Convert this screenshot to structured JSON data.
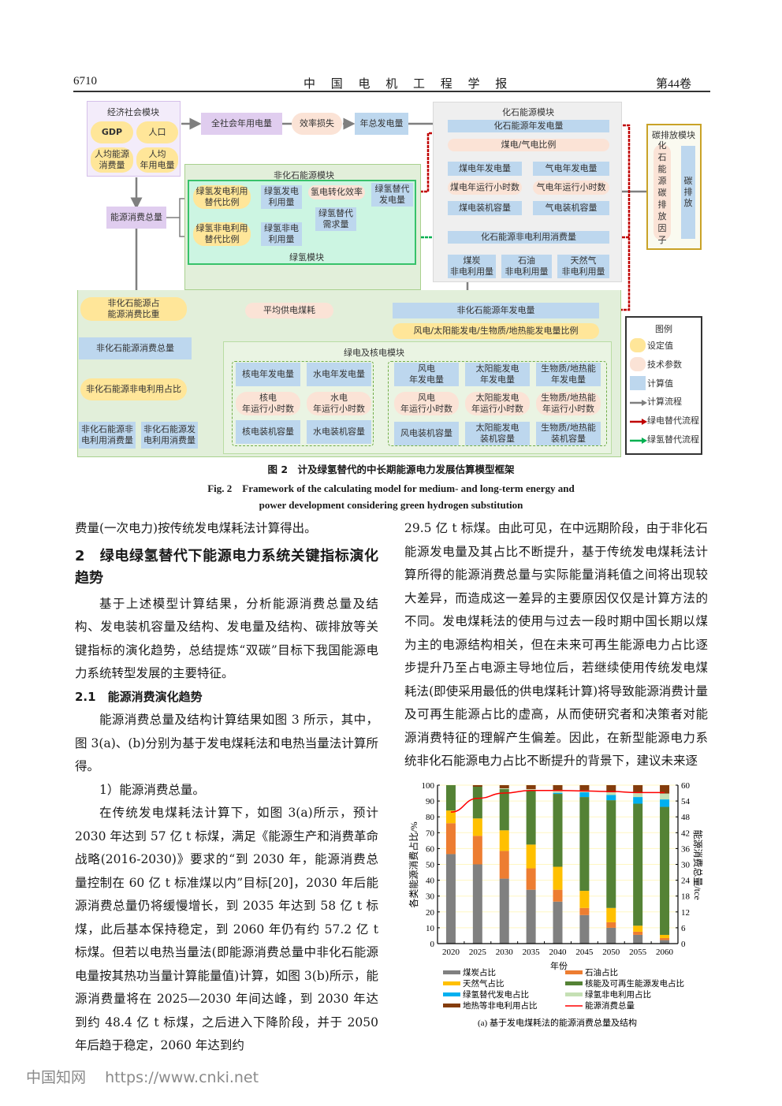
{
  "header": {
    "page_number": "6710",
    "journal": "中 国 电 机 工 程 学 报",
    "volume": "第44卷"
  },
  "diagram": {
    "econ_module": {
      "title": "经济社会模块",
      "gdp": "GDP",
      "population": "人口",
      "per_capita_energy": "人均能源\n消费量",
      "per_capita_elec": "人均\n年用电量"
    },
    "total_elec": "全社会年用电量",
    "efficiency_loss": "效率损失",
    "annual_gen": "年总发电量",
    "energy_total": "能源消费总量",
    "nonfossil_module": {
      "title": "非化石能源模块"
    },
    "hydrogen_module": {
      "title": "绿氢模块",
      "gen_ratio": "绿氢发电利用\n替代比例",
      "gen_amount": "绿氢发电\n利用量",
      "conv_eff": "氢电转化效率",
      "sub_gen": "绿氢替代\n发电量",
      "demand": "绿氢替代\n需求量",
      "nonelec_ratio": "绿氢非电利用\n替代比例",
      "nonelec_amount": "绿氢非电\n利用量"
    },
    "fossil_module": {
      "title": "化石能源模块",
      "fossil_gen": "化石能源年发电量",
      "coal_gas_ratio": "煤电/气电比例",
      "coal_gen": "煤电年发电量",
      "gas_gen": "气电年发电量",
      "coal_hours": "煤电年运行小时数",
      "gas_hours": "气电年运行小时数",
      "coal_cap": "煤电装机容量",
      "gas_cap": "气电装机容量",
      "fossil_nonelec": "化石能源非电利用消费量",
      "coal_nonelec": "煤炭\n非电利用量",
      "oil_nonelec": "石油\n非电利用量",
      "gas_nonelec": "天然气\n非电利用量"
    },
    "carbon_module": {
      "title": "碳排放模块",
      "factor": "化\n石\n能\n源\n碳\n排\n放\n因\n子",
      "emission": "碳\n排\n放"
    },
    "nonfossil_share": "非化石能源占\n能源消费比重",
    "nonfossil_total": "非化石能源消费总量",
    "nonfossil_nonelec_ratio": "非化石能源非电利用占比",
    "nonfossil_nonelec_use": "非化石能源非\n电利用消费量",
    "nonfossil_elec_use": "非化石能源发\n电利用消费量",
    "avg_coal": "平均供电煤耗",
    "nonfossil_gen": "非化石能源年发电量",
    "renew_ratio": "风电/太阳能发电/生物质/地热能发电量比例",
    "green_nuclear_module": {
      "title": "绿电及核电模块",
      "nuclear_gen": "核电年发电量",
      "hydro_gen": "水电年发电量",
      "nuclear_hours": "核电\n年运行小时数",
      "hydro_hours": "水电\n年运行小时数",
      "nuclear_cap": "核电装机容量",
      "hydro_cap": "水电装机容量",
      "wind_gen": "风电\n年发电量",
      "solar_gen": "太阳能发电\n年发电量",
      "bio_gen": "生物质/地热能\n年发电量",
      "wind_hours": "风电\n年运行小时数",
      "solar_hours": "太阳能发电\n年运行小时数",
      "bio_hours": "生物质/地热能\n年运行小时数",
      "wind_cap": "风电装机容量",
      "solar_cap": "太阳能发电\n装机容量",
      "bio_cap": "生物质/地热能\n装机容量"
    },
    "legend": {
      "title": "图例",
      "items": [
        {
          "label": "设定值",
          "kind": "set"
        },
        {
          "label": "技术参数",
          "kind": "tech"
        },
        {
          "label": "计算值",
          "kind": "calc"
        },
        {
          "label": "计算流程",
          "kind": "arrow",
          "color": "#7f7f7f"
        },
        {
          "label": "绿电替代流程",
          "kind": "arrow",
          "color": "#c00000"
        },
        {
          "label": "绿氢替代流程",
          "kind": "arrow",
          "color": "#00b050"
        }
      ]
    }
  },
  "fig2_caption": {
    "zh": "图 2　计及绿氢替代的中长期能源电力发展估算模型框架",
    "en1": "Fig. 2　Framework of the calculating model for medium- and long-term energy and",
    "en2": "power development considering green hydrogen substitution"
  },
  "left_col": {
    "p0": "费量(一次电力)按传统发电煤耗法计算得出。",
    "h2": "2　绿电绿氢替代下能源电力系统关键指标演化趋势",
    "p1": "基于上述模型计算结果，分析能源消费总量及结构、发电装机容量及结构、发电量及结构、碳排放等关键指标的演化趋势，总结提炼“双碳”目标下我国能源电力系统转型发展的主要特征。",
    "h3": "2.1　能源消费演化趋势",
    "p2": "能源消费总量及结构计算结果如图 3 所示，其中，图 3(a)、(b)分别为基于发电煤耗法和电热当量法计算所得。",
    "p3": "1）能源消费总量。",
    "p4": "在传统发电煤耗法计算下，如图 3(a)所示，预计 2030 年达到 57 亿 t 标煤，满足《能源生产和消费革命战略(2016-2030)》要求的“到 2030 年，能源消费总量控制在 60 亿 t 标准煤以内”目标[20]，2030 年后能源消费总量仍将缓慢增长，到 2035 年达到 58 亿 t 标煤，此后基本保持稳定，到 2060 年仍有约 57.2 亿 t 标煤。但若以电热当量法(即能源消费总量中非化石能源电量按其热功当量计算能量值)计算，如图 3(b)所示，能源消费量将在 2025—2030 年间达峰，到 2030 年达到约 48.4 亿 t 标煤，之后进入下降阶段，并于 2050 年后趋于稳定，2060 年达到约"
  },
  "right_col": {
    "p1": "29.5 亿 t 标煤。由此可见，在中远期阶段，由于非化石能源发电量及其占比不断提升，基于传统发电煤耗法计算所得的能源消费总量与实际能量消耗值之间将出现较大差异，而造成这一差异的主要原因仅仅是计算方法的不同。发电煤耗法的使用与过去一段时期中国长期以煤为主的电源结构相关，但在未来可再生能源电力占比逐步提升乃至占电源主导地位后，若继续使用传统发电煤耗法(即使采用最低的供电煤耗计算)将导致能源消费计量及可再生能源占比的虚高，从而使研究者和决策者对能源消费特征的理解产生偏差。因此，在新型能源电力系统非化石能源电力占比不断提升的背景下，建议未来逐"
  },
  "chart_data": {
    "type": "bar",
    "stacked": true,
    "title": "",
    "caption": "(a) 基于发电煤耗法的能源消费总量及结构",
    "xlabel": "年份",
    "ylabel": "各类能源消费占比/%",
    "y2label": "能源消费总量/tce",
    "ylim": [
      0,
      100
    ],
    "y2lim": [
      0,
      60
    ],
    "yticks": [
      0,
      10,
      20,
      30,
      40,
      50,
      60,
      70,
      80,
      90,
      100
    ],
    "y2ticks": [
      0,
      6,
      12,
      18,
      24,
      30,
      36,
      42,
      48,
      54,
      60
    ],
    "grid": true,
    "categories": [
      "2020",
      "2025",
      "2030",
      "2035",
      "2040",
      "2045",
      "2050",
      "2055",
      "2060"
    ],
    "series": [
      {
        "name": "煤炭占比",
        "color": "#808080",
        "values": [
          56.5,
          50,
          41,
          34,
          26.5,
          18,
          10,
          5.5,
          2.2
        ]
      },
      {
        "name": "石油占比",
        "color": "#ed7d31",
        "values": [
          19.5,
          18,
          17.5,
          13.5,
          7.5,
          4.5,
          3.5,
          2,
          1.3
        ]
      },
      {
        "name": "天然气占比",
        "color": "#ffc000",
        "values": [
          8,
          11,
          13,
          15,
          14.5,
          10.8,
          9,
          3.8,
          2
        ]
      },
      {
        "name": "核能及可再生能源发电占比",
        "color": "#548235",
        "values": [
          16,
          20,
          26,
          34,
          46,
          59.2,
          68,
          77,
          80.8
        ]
      },
      {
        "name": "绿氢替代发电占比",
        "color": "#00b0f0",
        "values": [
          0,
          0,
          0,
          0,
          0.7,
          3,
          3.3,
          4.2,
          4.7
        ]
      },
      {
        "name": "绿氢非电利用占比",
        "color": "#c5e0b4",
        "values": [
          0,
          0,
          0.5,
          1,
          1.8,
          1.2,
          1.7,
          2.5,
          3.7
        ]
      },
      {
        "name": "地热等非电利用占比",
        "color": "#843c0c",
        "values": [
          0,
          1,
          2,
          2.5,
          3,
          3.3,
          4.5,
          5,
          5.3
        ]
      }
    ],
    "line": {
      "name": "能源消费总量",
      "color": "#ff0000",
      "axis": "right",
      "values": [
        49.8,
        55,
        57,
        58,
        58,
        57.8,
        57.6,
        57.2,
        57.2
      ]
    },
    "legend_placement": "bottom"
  },
  "watermark": {
    "site": "中国知网",
    "url": "https://www.cnki.net"
  }
}
